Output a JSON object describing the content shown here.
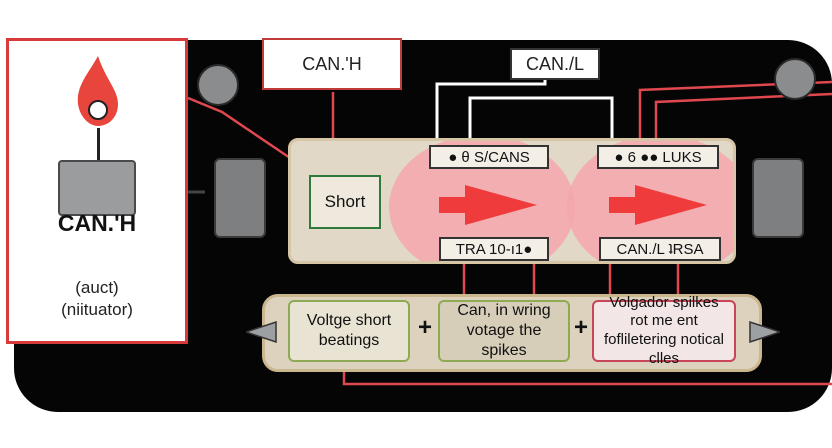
{
  "labels": {
    "can_h_top": "CAN.'H",
    "can_l_top": "CAN./L",
    "chip_left": "● θ S/CANS",
    "chip_right": "● 6 ●● LUKS",
    "chip_bottom_left": "TRA 10-ı1●",
    "chip_bottom_right": "CAN./L ʇRSA",
    "short": "Short"
  },
  "left_panel": {
    "title": "CAN.'H",
    "line1": "(auct)",
    "line2": "(niituator)"
  },
  "bottom_cards": [
    {
      "text": "Voltge short beatings"
    },
    {
      "text": "Can, in wring votage the spikes"
    },
    {
      "text": "Volgador spilkes rot me ent fofliletering notical clles"
    }
  ],
  "plus_signs": [
    "+",
    "+"
  ],
  "colors": {
    "board": "#050505",
    "accent_red": "#d63a3a",
    "glow": "#f4a7ac",
    "arrow": "#ef3b3b",
    "green_border": "#2f7a3a"
  },
  "icons": {
    "flame": "flame-icon",
    "arrows": "arrow-right-icon"
  }
}
